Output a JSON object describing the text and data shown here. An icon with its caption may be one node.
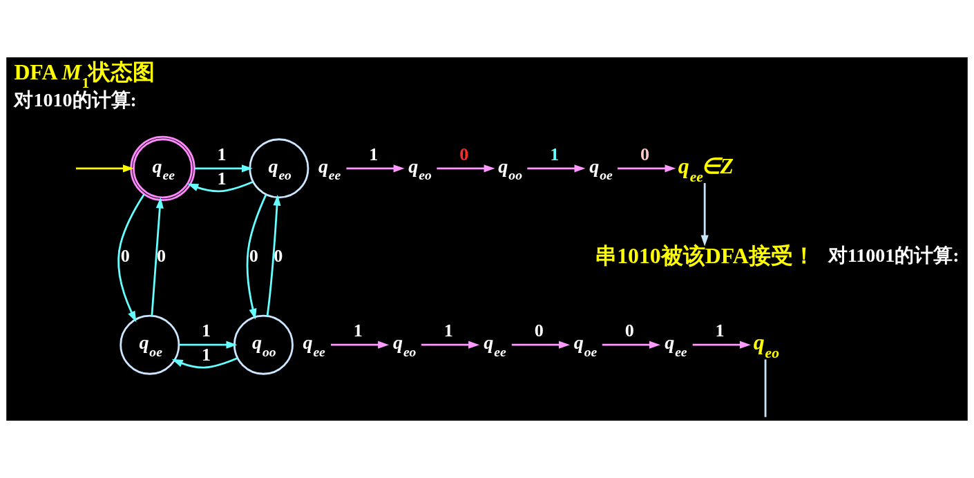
{
  "diagram": {
    "title": "DFA *M*$_{1}$状态图",
    "nodes": [
      {
        "text": [
          "q$_{ee}$"
        ]
      },
      {
        "text": [
          "q$_{eo}$"
        ]
      },
      {
        "text": [
          "q$_{oe}$"
        ]
      },
      {
        "text": [
          "q$_{oo}$"
        ]
      },
      {
        "text": [
          "q$_{ee}$"
        ]
      },
      {
        "text": [
          "q$_{eo}$"
        ]
      },
      {
        "text": [
          "q$_{oo}$"
        ]
      },
      {
        "text": [
          "q$_{oe}$"
        ]
      },
      {
        "text": [
          "q$_{ee}$∈Z"
        ]
      },
      {
        "text": [
          "串1010被该DFA接受！"
        ]
      },
      {
        "text": [
          "q$_{ee}$"
        ]
      },
      {
        "text": [
          "q$_{eo}$"
        ]
      },
      {
        "text": [
          "q$_{ee}$"
        ]
      },
      {
        "text": [
          "q$_{oe}$"
        ]
      },
      {
        "text": [
          "q$_{ee}$"
        ]
      },
      {
        "text": [
          "q$_{eo}$"
        ]
      }
    ],
    "edges": [
      {
        "from": null,
        "to": 0,
        "arrow": "to",
        "color": "#ffff00"
      },
      {
        "from": 0,
        "to": 1,
        "arrow": "to",
        "label": "1",
        "color": "#66ffff"
      },
      {
        "from": 1,
        "to": 0,
        "arrow": "to",
        "label": "1",
        "color": "#66ffff"
      },
      {
        "from": 0,
        "to": 2,
        "arrow": "to",
        "label": "0",
        "color": "#66ffff"
      },
      {
        "from": 2,
        "to": 0,
        "arrow": "to",
        "label": "0",
        "color": "#66ffff"
      },
      {
        "from": 1,
        "to": 3,
        "arrow": "to",
        "label": "0",
        "color": "#66ffff"
      },
      {
        "from": 3,
        "to": 1,
        "arrow": "to",
        "label": "0",
        "color": "#66ffff"
      },
      {
        "from": 2,
        "to": 3,
        "arrow": "to",
        "label": "1",
        "color": "#66ffff"
      },
      {
        "from": 3,
        "to": 2,
        "arrow": "to",
        "label": "1",
        "color": "#66ffff"
      },
      {
        "from": 4,
        "to": 5,
        "arrow": "to",
        "label": "1"
      },
      {
        "from": 5,
        "to": 6,
        "arrow": "to",
        "label": "0"
      },
      {
        "from": 6,
        "to": 7,
        "arrow": "to",
        "label": "1"
      },
      {
        "from": 7,
        "to": 8,
        "arrow": "to",
        "label": "0"
      },
      {
        "from": 8,
        "to": 9,
        "arrow": "to",
        "color": "#c8e4f8"
      },
      {
        "from": 10,
        "to": 11,
        "arrow": "to",
        "label": "1"
      },
      {
        "from": 11,
        "to": 12,
        "arrow": "to",
        "label": "1"
      },
      {
        "from": 12,
        "to": 13,
        "arrow": "to",
        "label": "0"
      },
      {
        "from": 13,
        "to": 14,
        "arrow": "to",
        "label": "0"
      },
      {
        "from": 14,
        "to": 15,
        "arrow": "to",
        "label": "1"
      },
      {
        "from": 15,
        "to": null,
        "arrow": "none",
        "color": "#c8e4f8"
      }
    ],
    "labels": [
      "对1010的计算:",
      "对11001的计算:"
    ]
  }
}
